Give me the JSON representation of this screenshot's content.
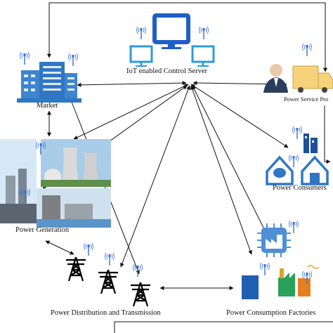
{
  "nodes": {
    "server": "IoT enabled Control Server",
    "market": "Market",
    "service_provider": "Power Service Pro",
    "generation": "Power Generation",
    "consumers": "Power Consumers",
    "factories": "Power Consumption Factories",
    "transmission": "Power Distribution and Transmission"
  },
  "colors": {
    "accent_blue": "#2f7fd1",
    "dark_blue": "#1f4f9a",
    "monitor_blue": "#1e5fc8",
    "line": "#111111"
  }
}
